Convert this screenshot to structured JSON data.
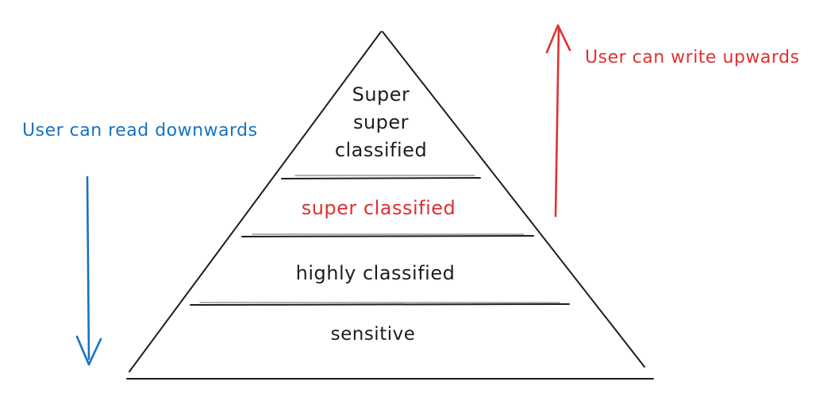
{
  "diagram": {
    "type": "pyramid-classification-levels",
    "pyramid": {
      "levels": [
        {
          "label": "Super super classified",
          "lines": [
            "Super",
            "super",
            "classified"
          ],
          "text_color": "#1e1e1e",
          "position": "top"
        },
        {
          "label": "super classified",
          "text_color": "#e03131",
          "position": "second"
        },
        {
          "label": "highly classified",
          "text_color": "#1e1e1e",
          "position": "third"
        },
        {
          "label": "sensitive",
          "text_color": "#1e1e1e",
          "position": "bottom"
        }
      ],
      "outline_color": "#1e1e1e"
    },
    "annotations": {
      "read": {
        "text": "User can read downwards",
        "color": "#1971c2",
        "arrow_direction": "down",
        "side": "left"
      },
      "write": {
        "text": "User can write upwards",
        "color": "#e03131",
        "arrow_direction": "up",
        "side": "right"
      }
    },
    "colors": {
      "stroke": "#1e1e1e",
      "read_blue": "#1971c2",
      "write_red": "#e03131",
      "background": "#ffffff"
    }
  }
}
